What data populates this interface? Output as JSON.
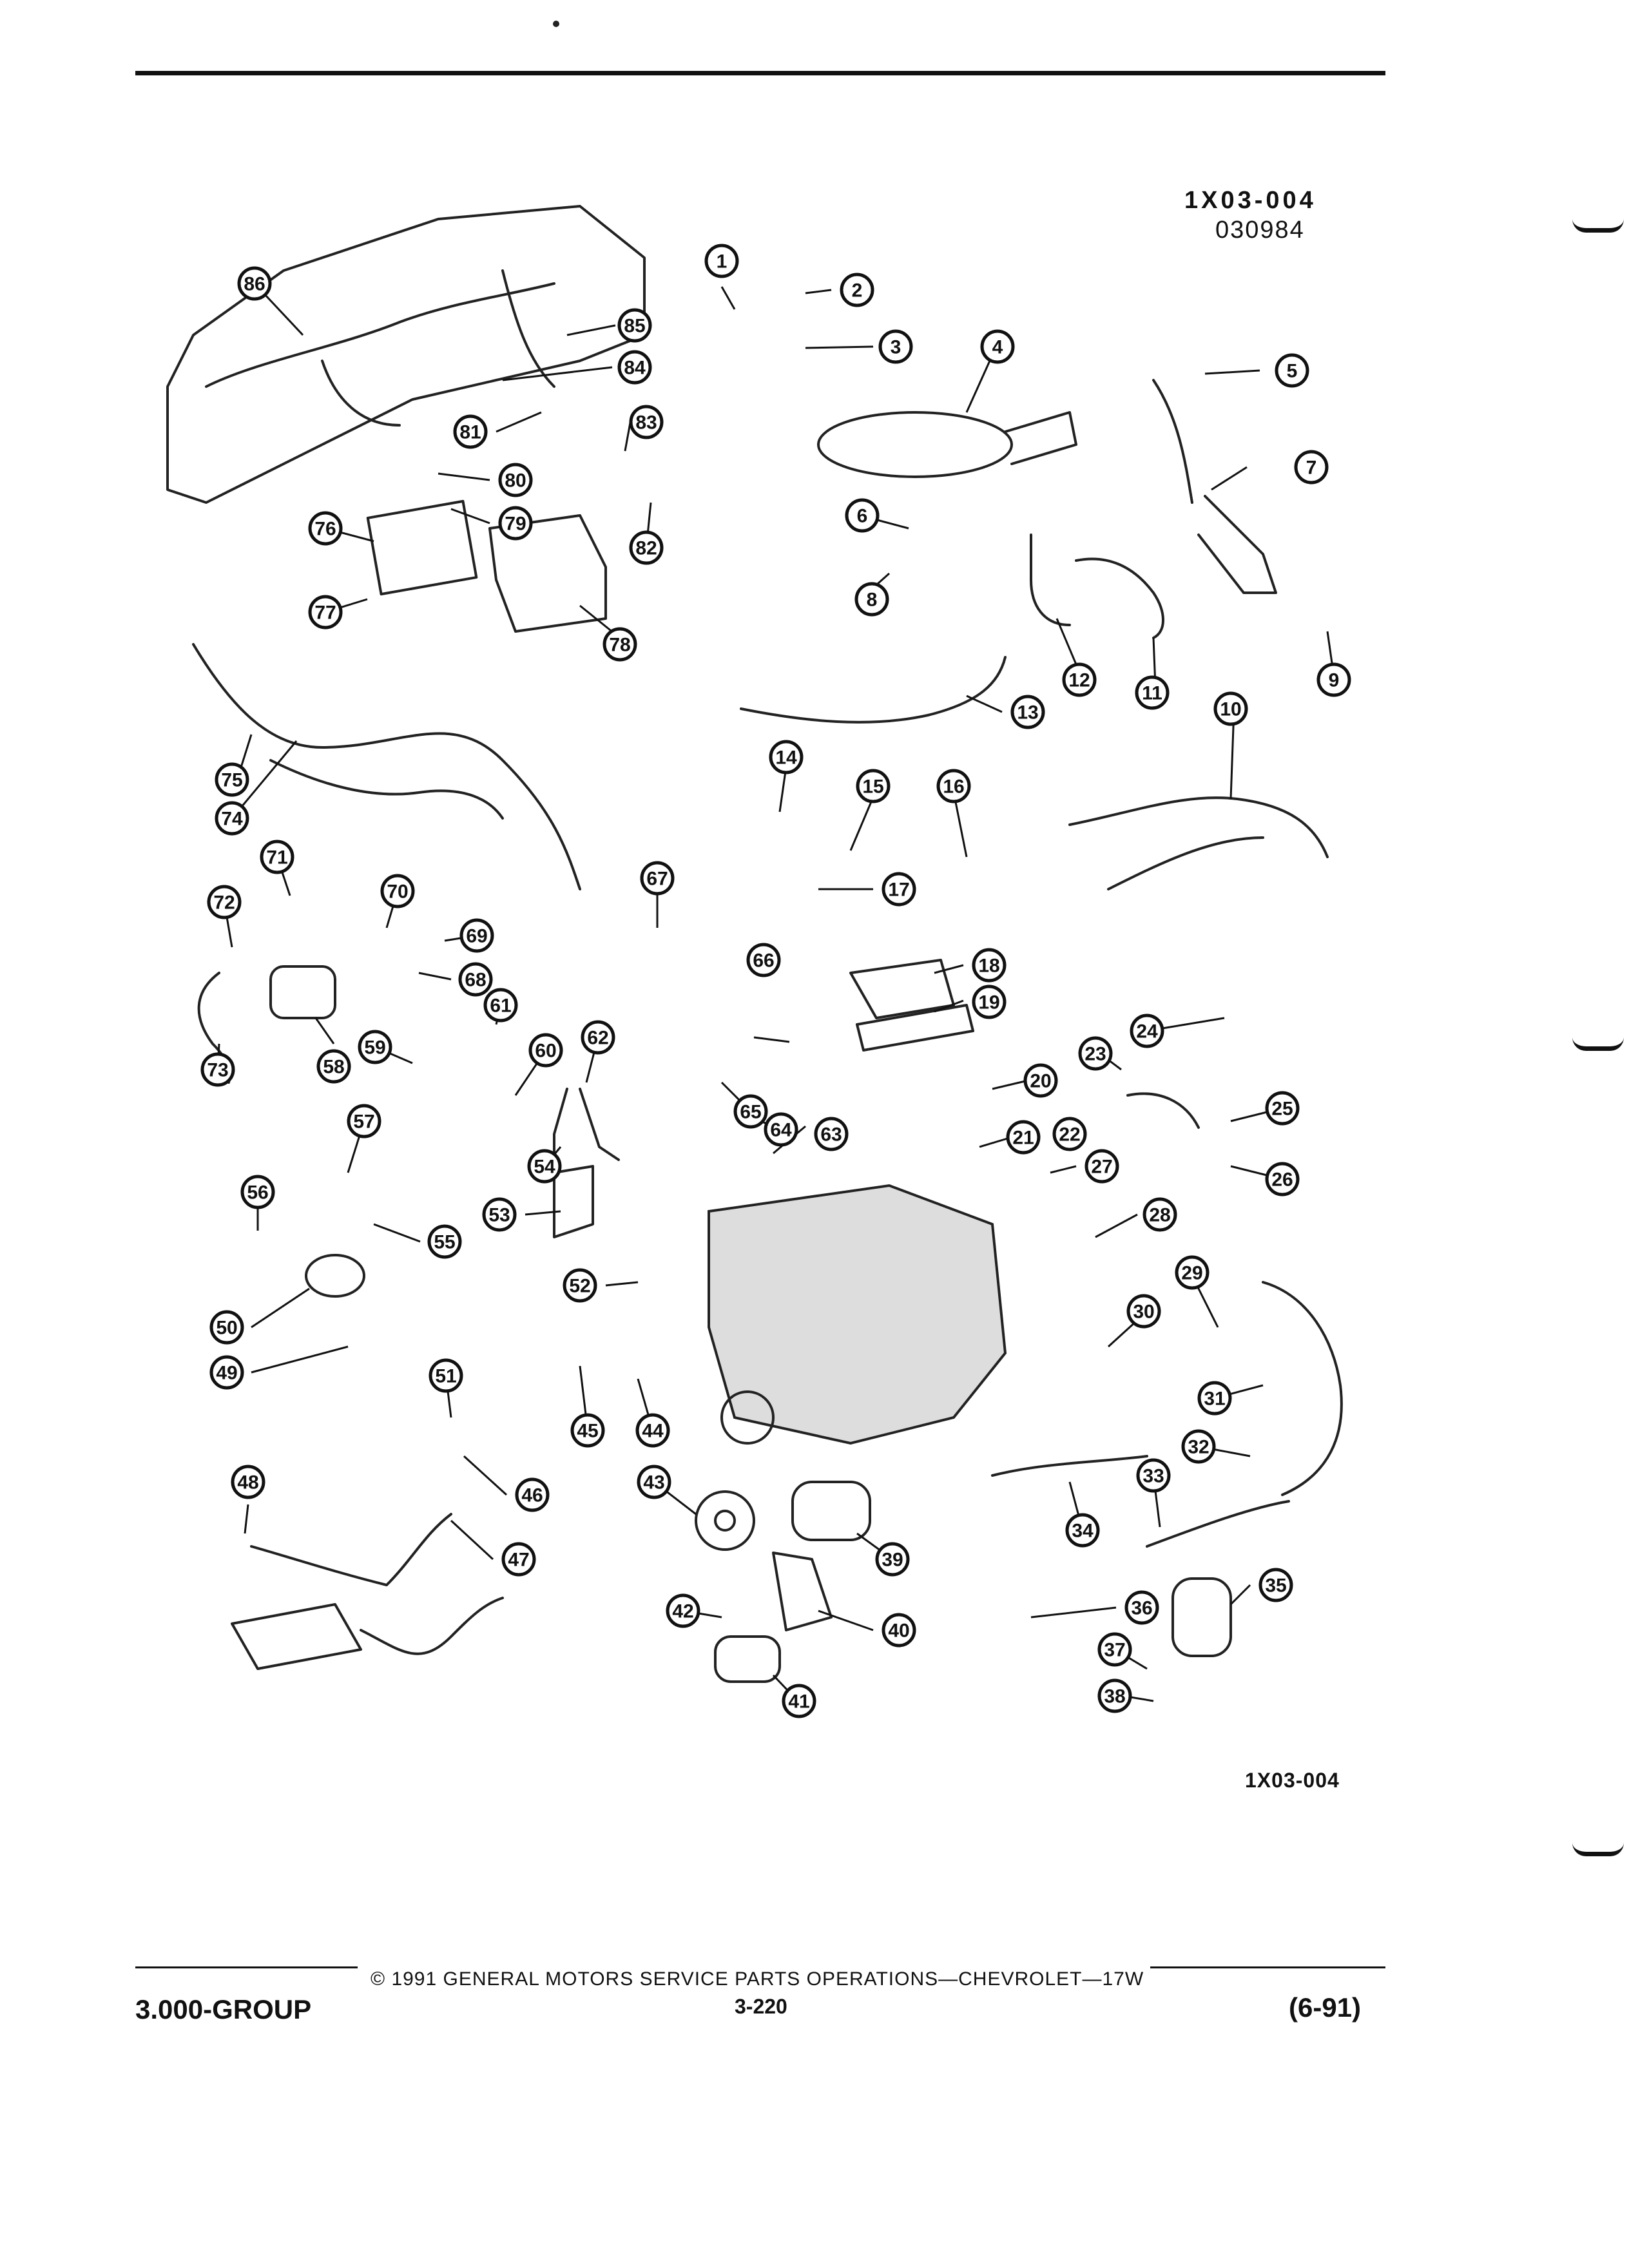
{
  "header": {
    "figure_code": "1X03-004",
    "figure_date": "030984"
  },
  "figure_code_bottom": "1X03-004",
  "callouts": [
    "1",
    "2",
    "3",
    "4",
    "5",
    "6",
    "7",
    "8",
    "9",
    "10",
    "11",
    "12",
    "13",
    "14",
    "15",
    "16",
    "17",
    "18",
    "19",
    "20",
    "21",
    "22",
    "23",
    "24",
    "25",
    "26",
    "27",
    "28",
    "29",
    "30",
    "31",
    "32",
    "33",
    "34",
    "35",
    "36",
    "37",
    "38",
    "39",
    "40",
    "41",
    "42",
    "43",
    "44",
    "45",
    "46",
    "47",
    "48",
    "49",
    "50",
    "51",
    "52",
    "53",
    "54",
    "55",
    "56",
    "57",
    "58",
    "59",
    "60",
    "61",
    "62",
    "63",
    "64",
    "65",
    "66",
    "67",
    "68",
    "69",
    "70",
    "71",
    "72",
    "73",
    "74",
    "75",
    "76",
    "77",
    "78",
    "79",
    "80",
    "81",
    "82",
    "83",
    "84",
    "85",
    "86"
  ],
  "footer": {
    "copyright": "© 1991 GENERAL MOTORS SERVICE PARTS OPERATIONS—CHEVROLET—17W",
    "group": "3.000-GROUP",
    "page": "3-220",
    "revision": "(6-91)"
  }
}
